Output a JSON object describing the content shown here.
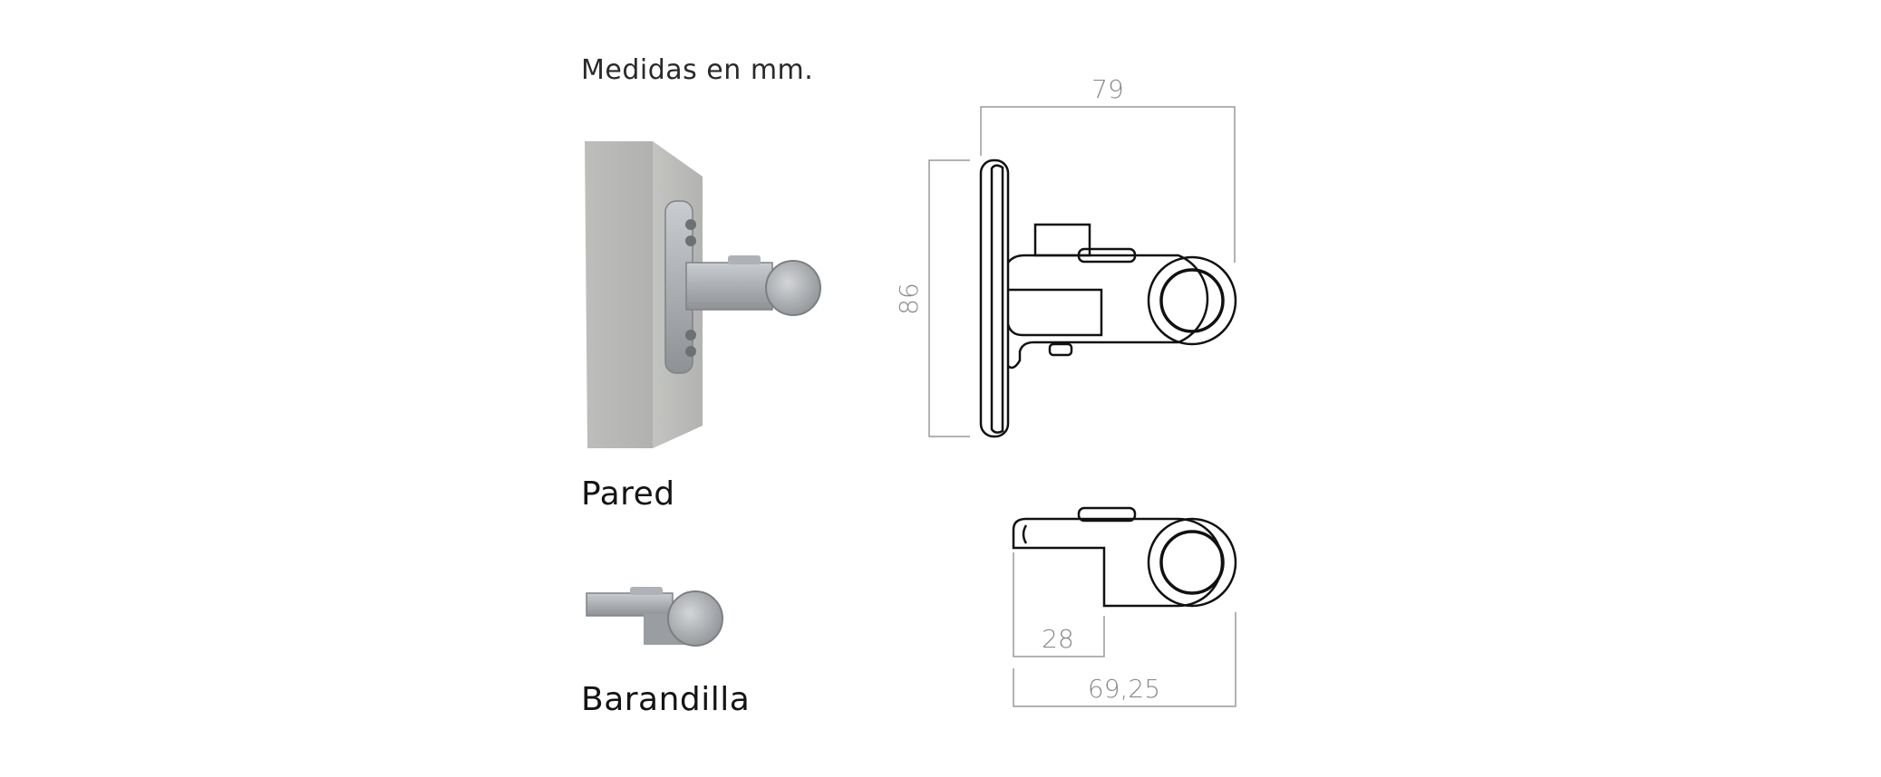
{
  "header": {
    "units_note": "Medidas en mm."
  },
  "views": {
    "wall": {
      "label": "Pared"
    },
    "railing": {
      "label": "Barandilla"
    }
  },
  "dimensions": {
    "overall_width": "79",
    "overall_height": "86",
    "inner_width": "28",
    "railing_width": "69,25"
  },
  "colors": {
    "line": "#111111",
    "dimension_line": "#9a9a9a",
    "metal": "#a9acb0",
    "wall": "#b7b8b5"
  }
}
